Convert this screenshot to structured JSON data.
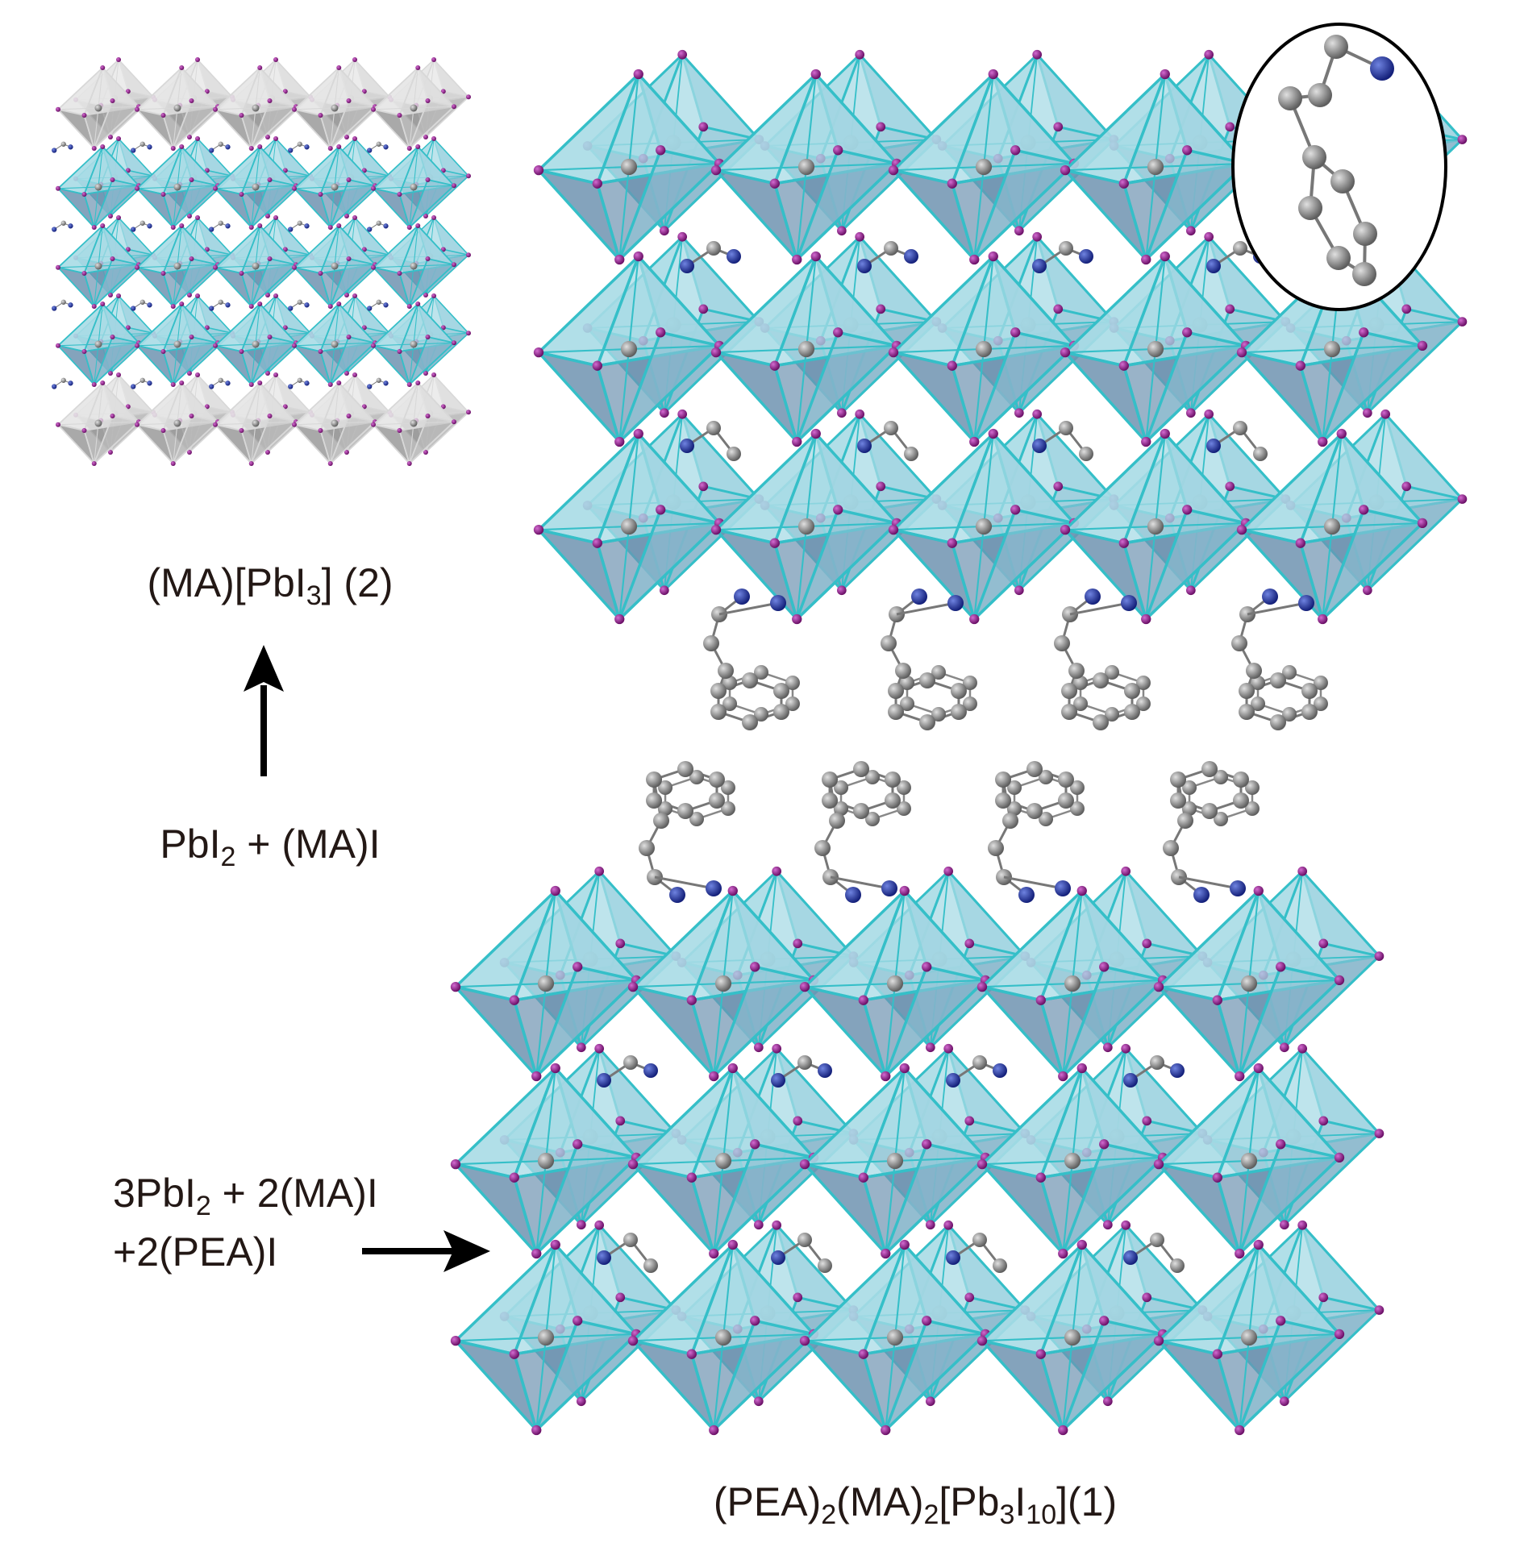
{
  "labels": {
    "product_2": [
      {
        "text": "(MA)[PbI"
      },
      {
        "text": "3",
        "sub": true
      },
      {
        "text": "] (2)"
      }
    ],
    "reactants_2": [
      {
        "text": "PbI"
      },
      {
        "text": "2",
        "sub": true
      },
      {
        "text": " + (MA)I"
      }
    ],
    "reactants_1_line1": [
      {
        "text": "3PbI"
      },
      {
        "text": "2",
        "sub": true
      },
      {
        "text": " + 2(MA)I"
      }
    ],
    "reactants_1_line2": [
      {
        "text": "+2(PEA)I"
      }
    ],
    "product_1": [
      {
        "text": "(PEA)"
      },
      {
        "text": "2",
        "sub": true
      },
      {
        "text": "(MA)"
      },
      {
        "text": "2",
        "sub": true
      },
      {
        "text": "[Pb"
      },
      {
        "text": "3",
        "sub": true
      },
      {
        "text": "I"
      },
      {
        "text": "10",
        "sub": true
      },
      {
        "text": "](1)"
      }
    ]
  },
  "colors": {
    "octahedron_edge": "#35bfc8",
    "octahedron_face_light": "#a8dbe6",
    "octahedron_face_dark": "#6e93b0",
    "octahedron_gray": "#c9c9c9",
    "iodine": "#8a1e86",
    "lead": "#3f8d95",
    "nitrogen": "#1d2f9c",
    "carbon": "#8a8a8a",
    "text": "#231815"
  }
}
